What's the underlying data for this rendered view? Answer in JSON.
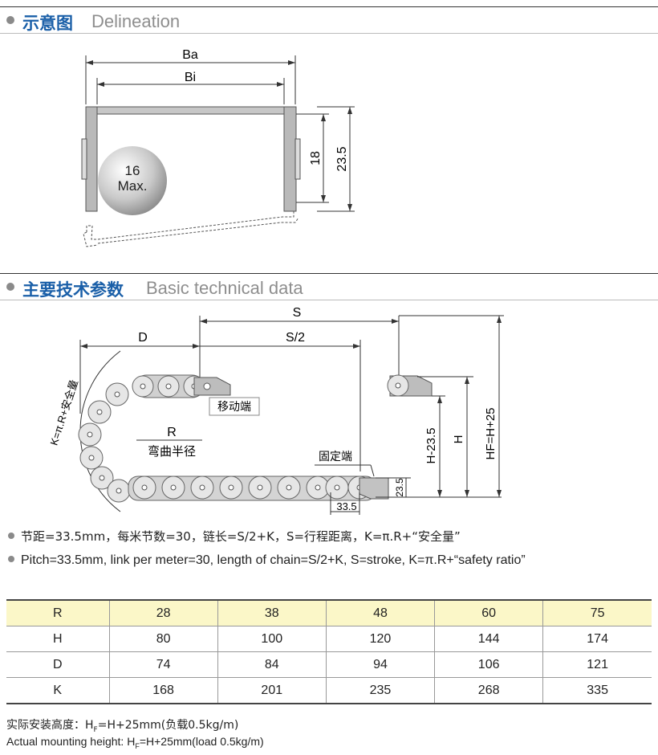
{
  "section1": {
    "title_zh": "示意图",
    "title_en": "Delineation"
  },
  "delineation": {
    "ba_label": "Ba",
    "bi_label": "Bi",
    "height_inner": "18",
    "height_outer": "23.5",
    "ball_size": "16",
    "ball_max": "Max."
  },
  "section2": {
    "title_zh": "主要技术参数",
    "title_en": "Basic technical data"
  },
  "chain_diagram": {
    "s_label": "S",
    "d_label": "D",
    "s_half_label": "S/2",
    "moving_end": "移动端",
    "r_label": "R",
    "bend_radius": "弯曲半径",
    "fixed_end": "固定端",
    "k_formula": "K=π.R+安全量",
    "h_minus_label": "H-23.5",
    "h_label": "H",
    "hf_label": "HF=H+25",
    "dim_235": "23.5",
    "dim_335": "33.5"
  },
  "bullets": {
    "zh": "节距=33.5mm，每米节数=30，链长=S/2+K，S=行程距离，K=π.R+“安全量”",
    "en": "Pitch=33.5mm, link per meter=30, length of chain=S/2+K, S=stroke, K=π.R+“safety ratio”"
  },
  "table": {
    "rows": [
      [
        "R",
        "28",
        "38",
        "48",
        "60",
        "75"
      ],
      [
        "H",
        "80",
        "100",
        "120",
        "144",
        "174"
      ],
      [
        "D",
        "74",
        "84",
        "94",
        "106",
        "121"
      ],
      [
        "K",
        "168",
        "201",
        "235",
        "268",
        "335"
      ]
    ]
  },
  "notes": {
    "zh_prefix": "实际安装高度：H",
    "zh_sub": "F",
    "zh_suffix": "=H+25mm(负载0.5kg/m)",
    "en_prefix": "Actual mounting height: H",
    "en_sub": "F",
    "en_suffix": "=H+25mm(load 0.5kg/m)"
  },
  "colors": {
    "title_blue": "#1a5fa8",
    "table_head_bg": "#fbf7c8"
  }
}
